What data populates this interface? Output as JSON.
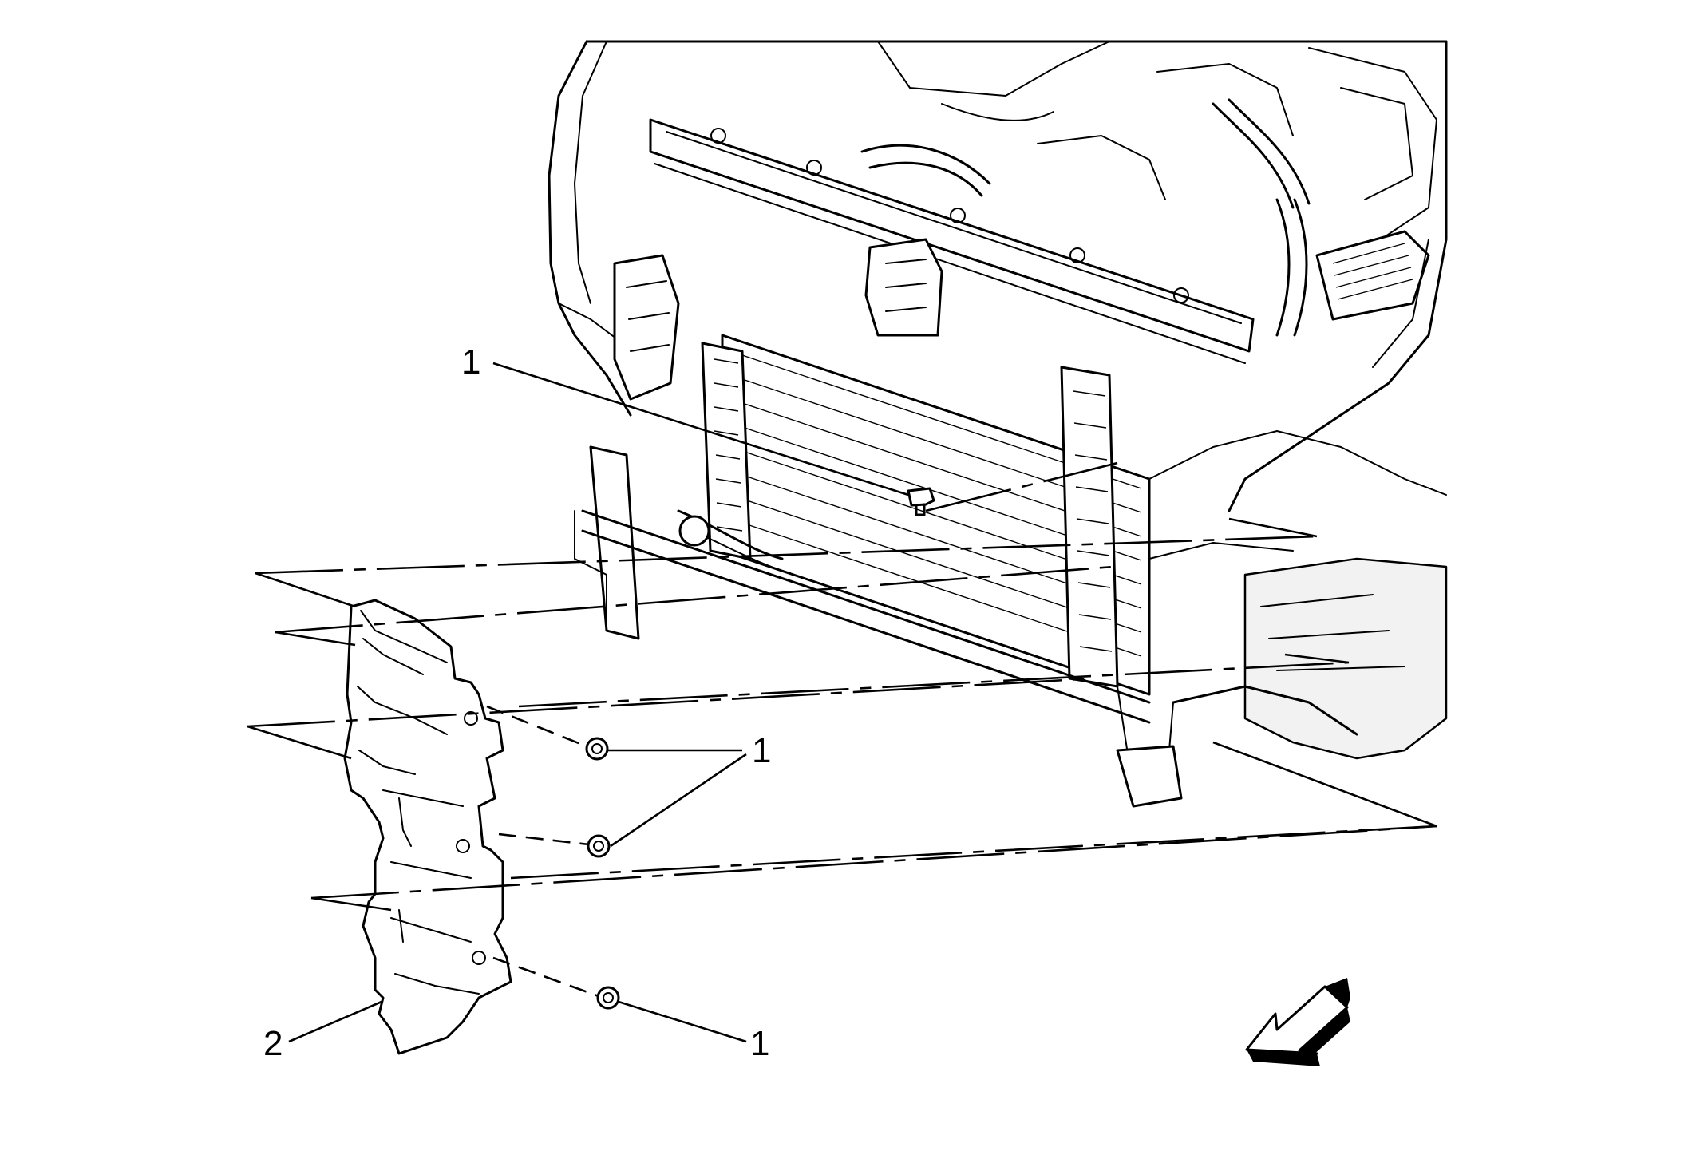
{
  "callouts": [
    {
      "id": "callout-1-top",
      "label": "1"
    },
    {
      "id": "callout-1-right",
      "label": "1"
    },
    {
      "id": "callout-1-bottom",
      "label": "1"
    },
    {
      "id": "callout-2",
      "label": "2"
    }
  ],
  "parts": [
    {
      "callout": "1",
      "depicts": "fastener"
    },
    {
      "callout": "2",
      "depicts": "shield"
    }
  ],
  "icons": [
    "view-direction-arrow-icon"
  ]
}
